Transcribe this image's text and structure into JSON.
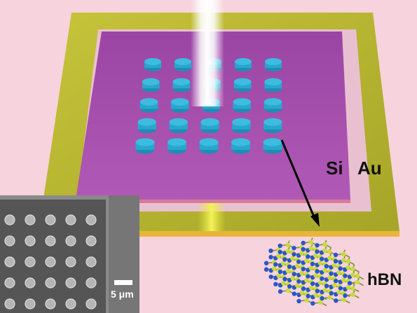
{
  "labels": {
    "si": "Si",
    "au": "Au",
    "hbn": "hBN"
  },
  "inset": {
    "scale_bar": "5 μm",
    "pillar_rows": 5,
    "pillar_cols": 5
  },
  "colors": {
    "background": "#f7d3dd",
    "gold_frame": "#b3b32c",
    "silicon_chip": "#a24aa9",
    "pillars": "#3cbde0",
    "laser_beam": "#ffffff",
    "boron_atom": "#2a56c9",
    "nitrogen_atom": "#c7dc38",
    "arrow": "#000000"
  },
  "pillar_array": {
    "rows": 5,
    "cols": 5
  }
}
